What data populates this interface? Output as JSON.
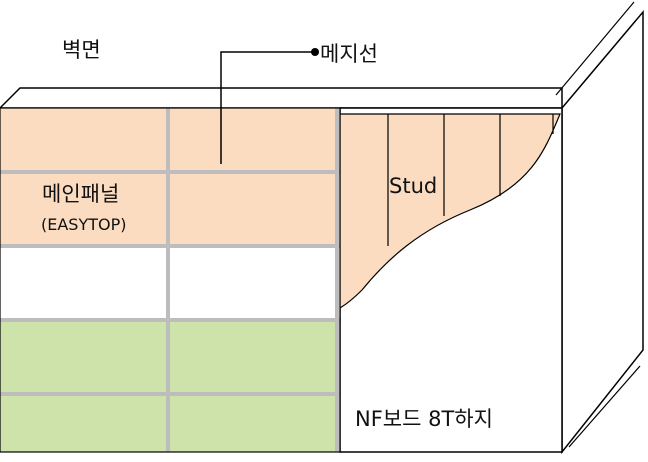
{
  "labels": {
    "wall": "벽면",
    "leader": "메지선",
    "main_panel": "메인패널",
    "main_panel_sub": "(EASYTOP)",
    "stud": "Stud",
    "board": "NF보드 8T하지"
  },
  "colors": {
    "main_panel_fill": "#fbdcc0",
    "lower_panel_fill": "#cde3a9",
    "stud_fill": "#fbdcc0",
    "joint_line": "#bdbdbd",
    "outline": "#000000"
  }
}
